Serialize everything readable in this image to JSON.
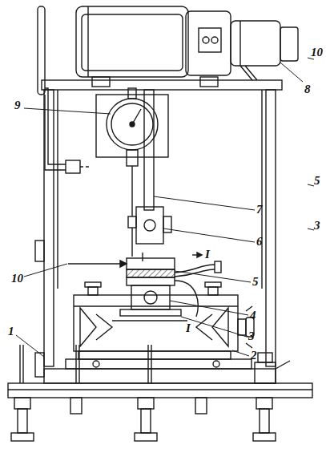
{
  "diagram": {
    "labels": [
      "9",
      "10",
      "1",
      "8",
      "10",
      "5",
      "3",
      "7",
      "6",
      "5",
      "4",
      "3",
      "2",
      "I",
      "I"
    ]
  }
}
